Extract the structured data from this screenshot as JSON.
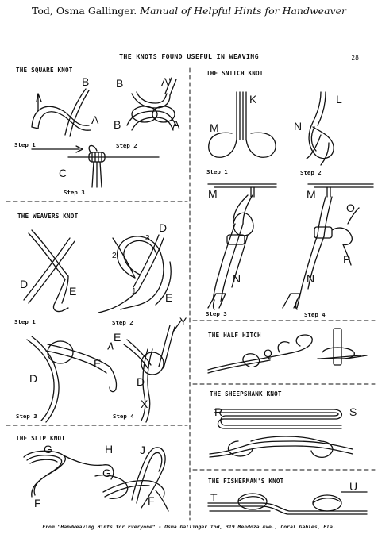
{
  "header": {
    "author": "Tod, Osma Gallinger.",
    "book_title": "Manual of Helpful Hints for Handweaver"
  },
  "page": {
    "title": "THE KNOTS FOUND USEFUL IN WEAVING",
    "number": "28",
    "footer": "From \"Handweaving Hints for Everyone\" - Osma Gallinger Tod, 319 Mendoza Ave., Coral Gables, Fla."
  },
  "knots": {
    "square": {
      "title": "THE SQUARE KNOT",
      "step1": "Step 1",
      "step2": "Step 2",
      "step3": "Step 3",
      "labels": {
        "b1": "B",
        "a1": "A",
        "b2": "B",
        "a2": "A'",
        "b3": "B",
        "a3": "A",
        "c": "C"
      }
    },
    "weavers": {
      "title": "THE WEAVERS KNOT",
      "step1": "Step 1",
      "step2": "Step 2",
      "step3": "Step 3",
      "step4": "Step 4",
      "labels": {
        "d1": "D",
        "e1": "E",
        "d2": "D",
        "e2": "E",
        "n1": "1",
        "n2": "2",
        "n3": "3",
        "d3": "D",
        "e3": "E",
        "e4": "E",
        "y": "Y",
        "d4": "D",
        "x": "X"
      }
    },
    "slip": {
      "title": "THE SLIP KNOT",
      "labels": {
        "g1": "G",
        "h": "H",
        "j": "J",
        "g2": "G",
        "f1": "F",
        "f2": "F"
      }
    },
    "snitch": {
      "title": "THE SNITCH KNOT",
      "step1": "Step 1",
      "step2": "Step 2",
      "step3": "Step 3",
      "step4": "Step 4",
      "labels": {
        "k": "K",
        "l": "L",
        "m1": "M",
        "n1": "N",
        "m2": "M",
        "m3": "M",
        "o": "O",
        "p": "P",
        "n2": "N",
        "n3": "N"
      }
    },
    "half_hitch": {
      "title": "THE HALF HITCH",
      "labels": {
        "q": "Q"
      }
    },
    "sheepshank": {
      "title": "THE SHEEPSHANK KNOT",
      "labels": {
        "r": "R",
        "s": "S"
      }
    },
    "fishermans": {
      "title": "THE FISHERMAN'S KNOT",
      "labels": {
        "t": "T",
        "u": "U"
      }
    }
  }
}
